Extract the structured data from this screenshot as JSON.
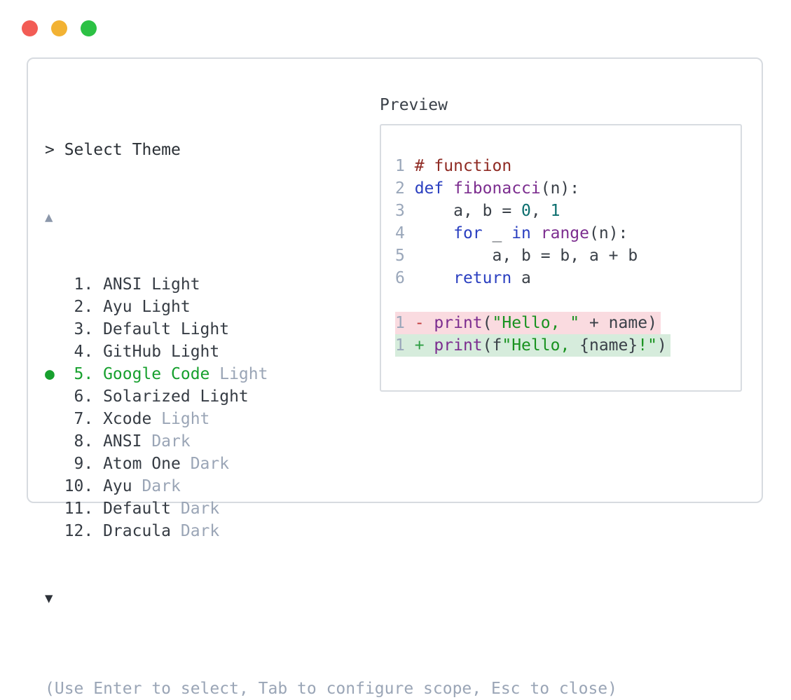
{
  "window": {
    "buttons": [
      "close",
      "minimize",
      "maximize"
    ]
  },
  "dialog": {
    "title": "> Select Theme",
    "scroll_up_symbol": "▲",
    "scroll_down_symbol": "▼",
    "selected_marker": "●",
    "items": [
      {
        "number": "1.",
        "name": "ANSI Light",
        "dim": "",
        "selected": false
      },
      {
        "number": "2.",
        "name": "Ayu Light",
        "dim": "",
        "selected": false
      },
      {
        "number": "3.",
        "name": "Default Light",
        "dim": "",
        "selected": false
      },
      {
        "number": "4.",
        "name": "GitHub Light",
        "dim": "",
        "selected": false
      },
      {
        "number": "5.",
        "name": "Google Code",
        "dim": "Light",
        "selected": true
      },
      {
        "number": "6.",
        "name": "Solarized Light",
        "dim": "",
        "selected": false
      },
      {
        "number": "7.",
        "name": "Xcode",
        "dim": "Light",
        "selected": false
      },
      {
        "number": "8.",
        "name": "ANSI",
        "dim": "Dark",
        "selected": false
      },
      {
        "number": "9.",
        "name": "Atom One",
        "dim": "Dark",
        "selected": false
      },
      {
        "number": "10.",
        "name": "Ayu",
        "dim": "Dark",
        "selected": false
      },
      {
        "number": "11.",
        "name": "Default",
        "dim": "Dark",
        "selected": false
      },
      {
        "number": "12.",
        "name": "Dracula",
        "dim": "Dark",
        "selected": false
      }
    ],
    "help": "(Use Enter to select, Tab to configure scope, Esc to close)"
  },
  "preview": {
    "label": "Preview",
    "lines": [
      {
        "num": "1",
        "kind": "",
        "tokens": [
          {
            "c": "com",
            "t": "# function"
          }
        ]
      },
      {
        "num": "2",
        "kind": "",
        "tokens": [
          {
            "c": "kwd",
            "t": "def"
          },
          {
            "c": "pln",
            "t": " "
          },
          {
            "c": "fn",
            "t": "fibonacci"
          },
          {
            "c": "pln",
            "t": "(n):"
          }
        ]
      },
      {
        "num": "3",
        "kind": "",
        "tokens": [
          {
            "c": "pln",
            "t": "    a, b = "
          },
          {
            "c": "lit",
            "t": "0"
          },
          {
            "c": "pln",
            "t": ", "
          },
          {
            "c": "lit",
            "t": "1"
          }
        ]
      },
      {
        "num": "4",
        "kind": "",
        "tokens": [
          {
            "c": "pln",
            "t": "    "
          },
          {
            "c": "kwd",
            "t": "for"
          },
          {
            "c": "pln",
            "t": " _ "
          },
          {
            "c": "kwd",
            "t": "in"
          },
          {
            "c": "pln",
            "t": " "
          },
          {
            "c": "fn",
            "t": "range"
          },
          {
            "c": "pln",
            "t": "(n):"
          }
        ]
      },
      {
        "num": "5",
        "kind": "",
        "tokens": [
          {
            "c": "pln",
            "t": "        a, b = b, a + b"
          }
        ]
      },
      {
        "num": "6",
        "kind": "",
        "tokens": [
          {
            "c": "pln",
            "t": "    "
          },
          {
            "c": "kwd",
            "t": "return"
          },
          {
            "c": "pln",
            "t": " a"
          }
        ]
      },
      {
        "num": "",
        "kind": "",
        "tokens": []
      },
      {
        "num": "1",
        "kind": "removed",
        "tokens": [
          {
            "c": "rm",
            "t": "- "
          },
          {
            "c": "fn",
            "t": "print"
          },
          {
            "c": "pln",
            "t": "("
          },
          {
            "c": "str",
            "t": "\"Hello, \""
          },
          {
            "c": "pln",
            "t": " + name)"
          }
        ]
      },
      {
        "num": "1",
        "kind": "added",
        "tokens": [
          {
            "c": "add",
            "t": "+ "
          },
          {
            "c": "fn",
            "t": "print"
          },
          {
            "c": "pln",
            "t": "(f"
          },
          {
            "c": "str",
            "t": "\"Hello, "
          },
          {
            "c": "pln",
            "t": "{name}"
          },
          {
            "c": "str",
            "t": "!\""
          },
          {
            "c": "pln",
            "t": ")"
          }
        ]
      }
    ]
  },
  "colors": {
    "primary_text": "#363c44",
    "dim_text": "#9aa5b6",
    "accent_green": "#17a02e",
    "panel_border": "#d7dbe0",
    "line_number": "#9aa7ba",
    "code": "#3a4048",
    "comment": "#8f2a23",
    "keyword": "#2a3fc0",
    "function_name": "#7c2d8f",
    "literal": "#0b6e6e",
    "string": "#18921f",
    "diff_removed_bg": "#fadbe0",
    "diff_added_bg": "#d6ecdc",
    "diff_removed_sign": "#c03a3a",
    "diff_added_sign": "#2f9e44",
    "traffic_red": "#f25c55",
    "traffic_yellow": "#f2b233",
    "traffic_green": "#2cc144",
    "arrow_up": "#8b97aa",
    "arrow_down": "#2c3138"
  }
}
